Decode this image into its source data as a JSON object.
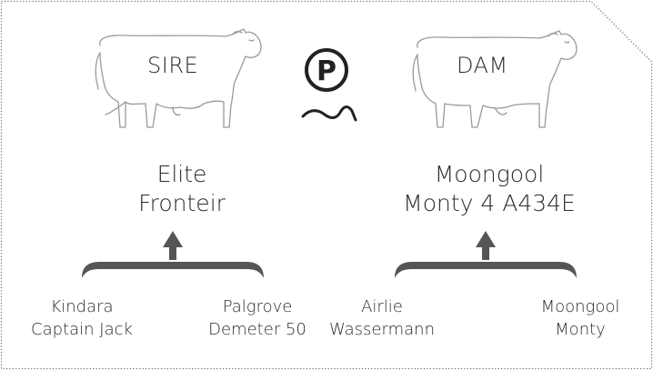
{
  "sire": {
    "label": "SIRE",
    "name_line1": "Elite",
    "name_line2": "Fronteir",
    "parents": [
      {
        "line1": "Kindara",
        "line2": "Captain Jack"
      },
      {
        "line1": "Palgrove",
        "line2": "Demeter 50"
      }
    ]
  },
  "dam": {
    "label": "DAM",
    "name_line1": "Moongool",
    "name_line2": "Monty 4 A434E",
    "parents": [
      {
        "line1": "Airlie",
        "line2": "Wassermann"
      },
      {
        "line1": "Moongool",
        "line2": "Monty"
      }
    ]
  },
  "poll_symbol": {
    "letter": "P",
    "icon": "polled-symbol-icon"
  },
  "colors": {
    "border": "#6b6b6b",
    "arrow": "#555555",
    "outline": "#9a9a9a",
    "text": "#2b2b2b"
  }
}
